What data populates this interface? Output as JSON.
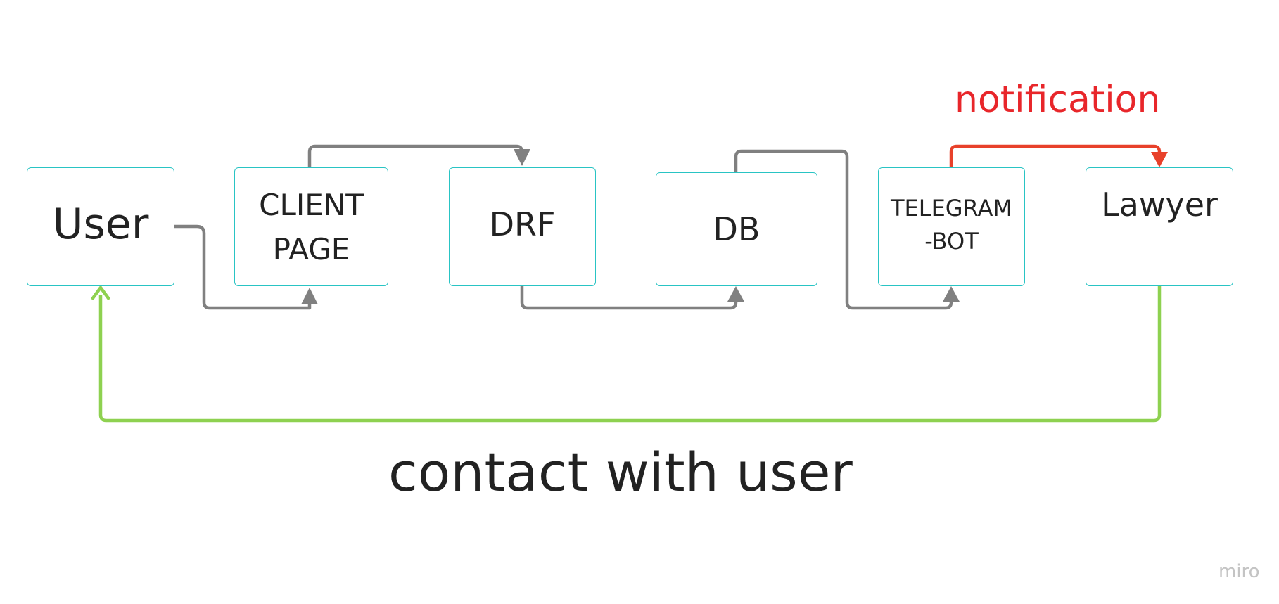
{
  "nodes": {
    "user": "User",
    "client_page": "CLIENT\nPAGE",
    "drf": "DRF",
    "db": "DB",
    "telegram_bot": "TELEGRAM\n-BOT",
    "lawyer": "Lawyer"
  },
  "edge_labels": {
    "notification": "notification",
    "contact_with_user": "contact with user"
  },
  "watermark": "miro",
  "colors": {
    "box_border": "#29c4c4",
    "flow_arrow": "#808080",
    "notification_arrow": "#e8412a",
    "notification_text": "#e8262a",
    "contact_arrow": "#8ed150",
    "text": "#222222"
  }
}
